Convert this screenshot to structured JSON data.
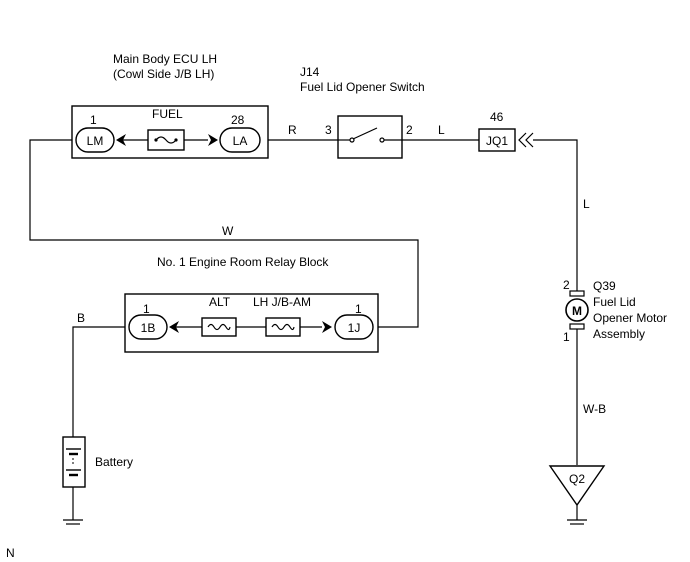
{
  "ecu": {
    "title_line1": "Main Body ECU LH",
    "title_line2": "(Cowl Side J/B LH)",
    "fuse_label": "FUEL",
    "left_pin": "1",
    "left_connector": "LM",
    "right_pin": "28",
    "right_connector": "LA"
  },
  "switch": {
    "code": "J14",
    "name": "Fuel Lid Opener Switch",
    "pin_in": "3",
    "pin_out": "2"
  },
  "junction": {
    "pin": "46",
    "connector": "JQ1"
  },
  "relay_block": {
    "title": "No. 1 Engine Room Relay Block",
    "left_pin": "1",
    "left_connector": "1B",
    "fuse1_label": "ALT",
    "fuse2_label": "LH J/B-AM",
    "right_pin": "1",
    "right_connector": "1J"
  },
  "motor": {
    "code": "Q39",
    "name_line1": "Fuel Lid",
    "name_line2": "Opener Motor",
    "name_line3": "Assembly",
    "symbol": "M",
    "pin_top": "2",
    "pin_bottom": "1"
  },
  "battery": {
    "label": "Battery"
  },
  "ground": {
    "label": "Q2"
  },
  "wires": {
    "ecu_to_switch": "R",
    "switch_to_junction": "L",
    "junction_to_motor": "L",
    "ecu_to_relay": "W",
    "relay_to_battery": "B",
    "motor_to_ground": "W-B"
  },
  "corner_mark": "N"
}
